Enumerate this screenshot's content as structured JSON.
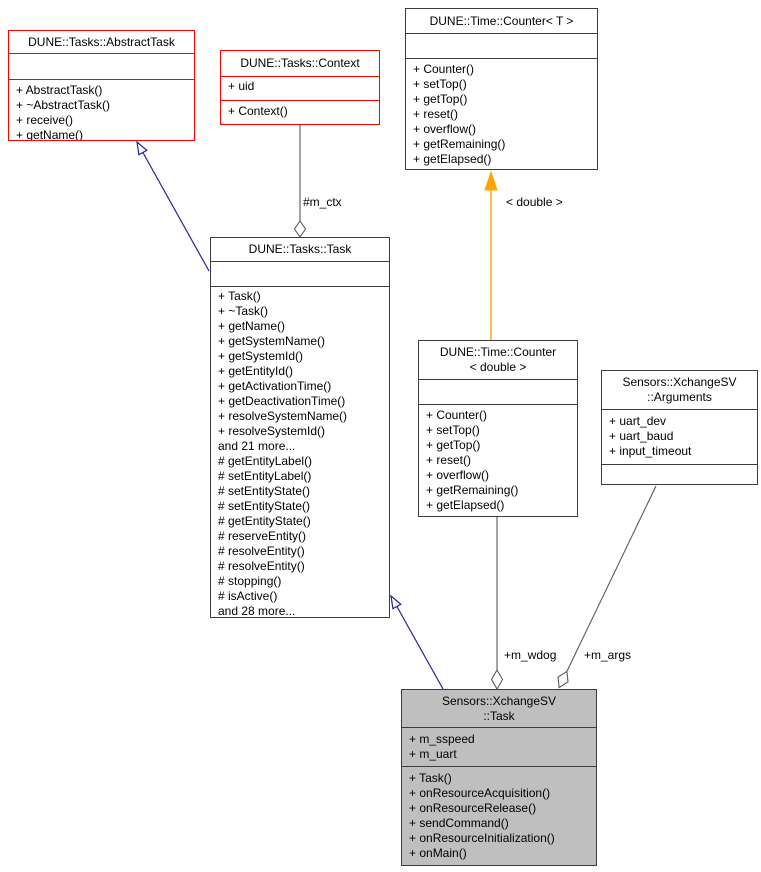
{
  "diagram": {
    "kind": "uml-collaboration-diagram",
    "classes": [
      {
        "id": "abstract-task",
        "title_lines": [
          "DUNE::Tasks::AbstractTask"
        ],
        "attributes": [],
        "methods": [
          "+ AbstractTask()",
          "+ ~AbstractTask()",
          "+ receive()",
          "+ getName()"
        ]
      },
      {
        "id": "context",
        "title_lines": [
          "DUNE::Tasks::Context"
        ],
        "attributes": [
          "+ uid"
        ],
        "methods": [
          "+ Context()"
        ]
      },
      {
        "id": "counter-t",
        "title_lines": [
          "DUNE::Time::Counter< T >"
        ],
        "attributes": [],
        "methods": [
          "+ Counter()",
          "+ setTop()",
          "+ getTop()",
          "+ reset()",
          "+ overflow()",
          "+ getRemaining()",
          "+ getElapsed()"
        ]
      },
      {
        "id": "task",
        "title_lines": [
          "DUNE::Tasks::Task"
        ],
        "attributes": [],
        "methods": [
          "+ Task()",
          "+ ~Task()",
          "+ getName()",
          "+ getSystemName()",
          "+ getSystemId()",
          "+ getEntityId()",
          "+ getActivationTime()",
          "+ getDeactivationTime()",
          "+ resolveSystemName()",
          "+ resolveSystemId()",
          "and 21 more...",
          "# getEntityLabel()",
          "# setEntityLabel()",
          "# setEntityState()",
          "# setEntityState()",
          "# getEntityState()",
          "# reserveEntity()",
          "# resolveEntity()",
          "# resolveEntity()",
          "# stopping()",
          "# isActive()",
          "and 28 more..."
        ]
      },
      {
        "id": "counter-double",
        "title_lines": [
          "DUNE::Time::Counter",
          "< double >"
        ],
        "attributes": [],
        "methods": [
          "+ Counter()",
          "+ setTop()",
          "+ getTop()",
          "+ reset()",
          "+ overflow()",
          "+ getRemaining()",
          "+ getElapsed()"
        ]
      },
      {
        "id": "arguments",
        "title_lines": [
          "Sensors::XchangeSV",
          "::Arguments"
        ],
        "attributes": [
          "+ uart_dev",
          "+ uart_baud",
          "+ input_timeout"
        ],
        "methods": []
      },
      {
        "id": "xchange-task",
        "title_lines": [
          "Sensors::XchangeSV",
          "::Task"
        ],
        "attributes": [
          "+ m_sspeed",
          "+ m_uart"
        ],
        "methods": [
          "+ Task()",
          "+ onResourceAcquisition()",
          "+ onResourceRelease()",
          "+ sendCommand()",
          "+ onResourceInitialization()",
          "+ onMain()"
        ]
      }
    ],
    "edges": [
      {
        "type": "public-inheritance",
        "from": "DUNE::Tasks::Task",
        "to": "DUNE::Tasks::AbstractTask",
        "label": ""
      },
      {
        "type": "public-inheritance",
        "from": "Sensors::XchangeSV::Task",
        "to": "DUNE::Tasks::Task",
        "label": ""
      },
      {
        "type": "aggregation",
        "from": "DUNE::Tasks::Task",
        "to": "DUNE::Tasks::Context",
        "label": "#m_ctx"
      },
      {
        "type": "template-instantiation",
        "from": "DUNE::Time::Counter< double >",
        "to": "DUNE::Time::Counter< T >",
        "label": "< double >"
      },
      {
        "type": "aggregation",
        "from": "Sensors::XchangeSV::Task",
        "to": "DUNE::Time::Counter< double >",
        "label": "+m_wdog"
      },
      {
        "type": "aggregation",
        "from": "Sensors::XchangeSV::Task",
        "to": "Sensors::XchangeSV::Arguments",
        "label": "+m_args"
      }
    ],
    "colors": {
      "inheritance_edge": "#23239b",
      "member_edge": "#5a5a5a",
      "template_edge": "#ffa500",
      "class_border": "#3d3d3d",
      "unresolved_class_border": "#ff0000",
      "focus_class_fill": "#bfbfbf",
      "class_fill": "#ffffff",
      "text": "#000000"
    }
  }
}
